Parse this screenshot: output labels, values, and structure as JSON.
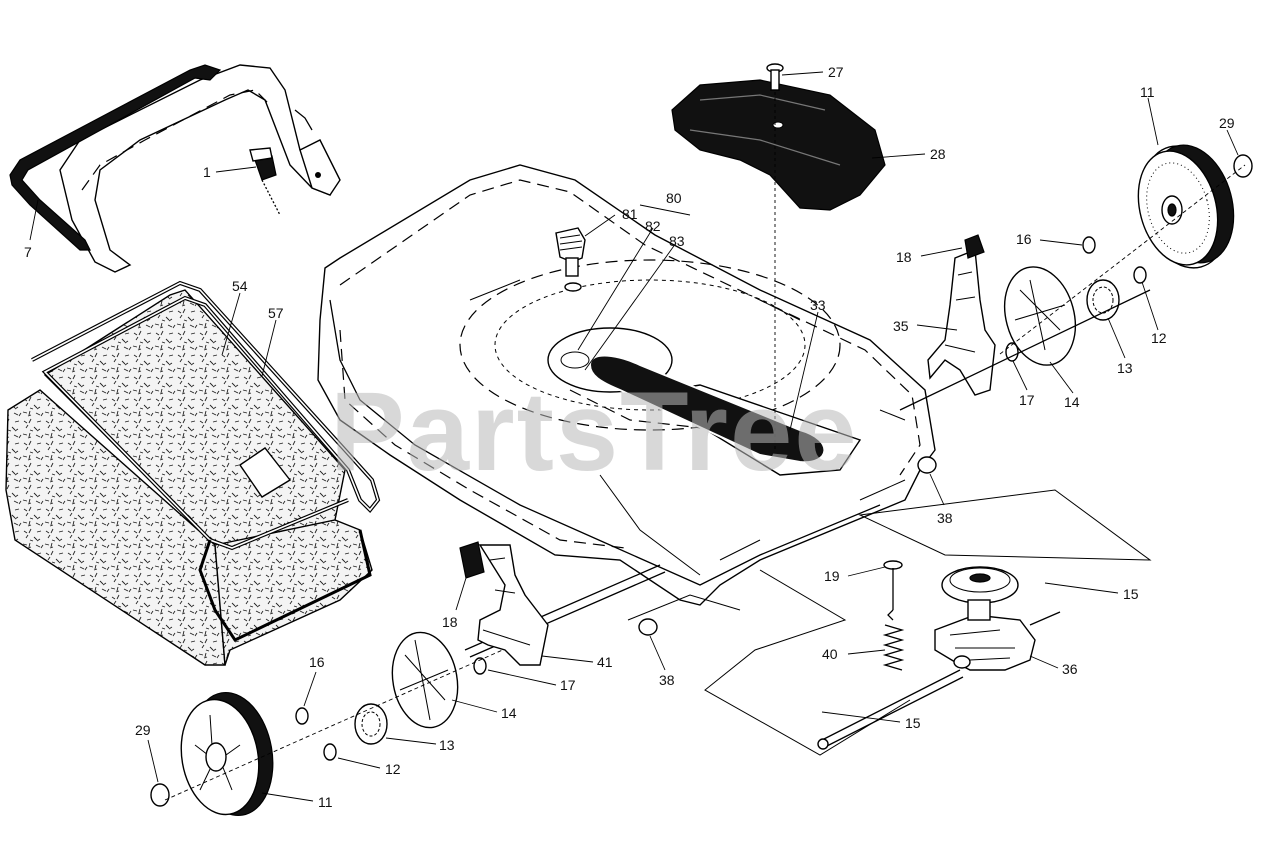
{
  "watermark": "PartsTree",
  "callouts": [
    {
      "id": "c-1",
      "text": "1"
    },
    {
      "id": "c-7",
      "text": "7"
    },
    {
      "id": "c-27",
      "text": "27"
    },
    {
      "id": "c-28",
      "text": "28"
    },
    {
      "id": "c-80",
      "text": "80"
    },
    {
      "id": "c-81",
      "text": "81"
    },
    {
      "id": "c-82",
      "text": "82"
    },
    {
      "id": "c-83",
      "text": "83"
    },
    {
      "id": "c-11-top",
      "text": "11"
    },
    {
      "id": "c-29-top",
      "text": "29"
    },
    {
      "id": "c-16-top",
      "text": "16"
    },
    {
      "id": "c-18-top",
      "text": "18"
    },
    {
      "id": "c-12-top",
      "text": "12"
    },
    {
      "id": "c-35",
      "text": "35"
    },
    {
      "id": "c-13-top",
      "text": "13"
    },
    {
      "id": "c-17-top",
      "text": "17"
    },
    {
      "id": "c-14-top",
      "text": "14"
    },
    {
      "id": "c-33",
      "text": "33"
    },
    {
      "id": "c-54",
      "text": "54"
    },
    {
      "id": "c-57",
      "text": "57"
    },
    {
      "id": "c-38-right",
      "text": "38"
    },
    {
      "id": "c-15-top",
      "text": "15"
    },
    {
      "id": "c-19",
      "text": "19"
    },
    {
      "id": "c-40",
      "text": "40"
    },
    {
      "id": "c-36",
      "text": "36"
    },
    {
      "id": "c-15-bottom",
      "text": "15"
    },
    {
      "id": "c-18-bottom",
      "text": "18"
    },
    {
      "id": "c-41",
      "text": "41"
    },
    {
      "id": "c-38-bottom",
      "text": "38"
    },
    {
      "id": "c-17-bottom",
      "text": "17"
    },
    {
      "id": "c-16-bottom",
      "text": "16"
    },
    {
      "id": "c-14-bottom",
      "text": "14"
    },
    {
      "id": "c-13-bottom",
      "text": "13"
    },
    {
      "id": "c-12-bottom",
      "text": "12"
    },
    {
      "id": "c-29-bottom",
      "text": "29"
    },
    {
      "id": "c-11-bottom",
      "text": "11"
    }
  ]
}
